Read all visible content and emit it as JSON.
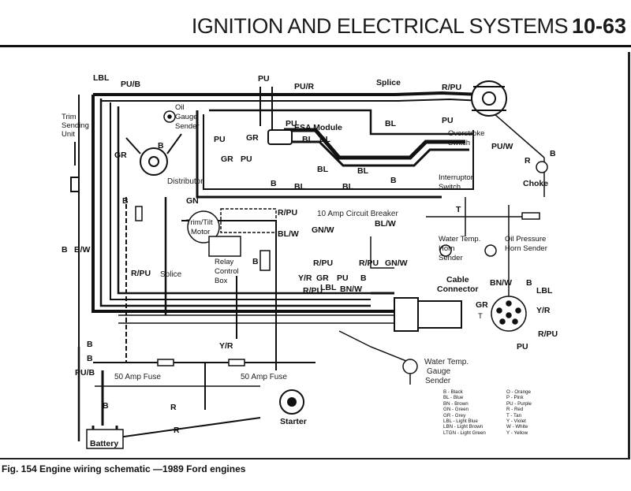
{
  "header": {
    "title": "IGNITION AND ELECTRICAL SYSTEMS",
    "page": "10-63"
  },
  "caption": "Fig. 154 Engine wiring schematic —1989 Ford engines",
  "labels": {
    "lbl_top": "LBL",
    "pub_top": "PU/B",
    "pu_top": "PU",
    "pur_top": "PU/R",
    "splice_top": "Splice",
    "rpu_top": "R/PU",
    "pu_right": "PU",
    "oil_gauge": "Oil",
    "oil_gauge2": "Gauge",
    "oil_gauge3": "Sender",
    "trim1": "Trim",
    "trim2": "Sending",
    "trim3": "Unit",
    "esa": "ESA Module",
    "pu_esa": "PU",
    "gr_esa": "GR",
    "bl1": "BL",
    "bl2": "BL",
    "pu_a": "PU",
    "gr_b": "GR",
    "pu_a2": "PU",
    "overstroke1": "Overstroke",
    "overstroke2": "Switch",
    "interruptor1": "Interruptor",
    "interruptor2": "Switch",
    "puw": "PU/W",
    "b_choke": "B",
    "choke": "Choke",
    "r_choke": "R",
    "b_dist": "B",
    "gr_dist": "GR",
    "distributor": "Distributor",
    "b_esa": "B",
    "bl_c": "BL",
    "bl_c2": "BL",
    "bl_a": "BL",
    "bl_c3": "BL",
    "b_low": "B",
    "b_low2": "B",
    "gn": "GN",
    "trim_tilt1": "Trim/Tilt",
    "trim_tilt2": "Motor",
    "rpu_relay": "R/PU",
    "ten_amp": "10 Amp Circuit Breaker",
    "blw": "BL/W",
    "gnw": "GN/W",
    "blw2": "BL/W",
    "relay1": "Relay",
    "relay2": "Control",
    "relay3": "Box",
    "b_relay": "B",
    "rpu_cb": "R/PU",
    "rpu_cb2": "R/PU",
    "gnw2": "GN/W",
    "t_top": "T",
    "water_temp1": "Water Temp.",
    "water_temp2": "Horn",
    "water_temp3": "Sender",
    "oil_press1": "Oil Pressure",
    "oil_press2": "Horn Sender",
    "b_left": "B",
    "bmw": "B/W",
    "rpu_splice": "R/PU",
    "splice2": "Splice",
    "yr1": "Y/R",
    "gr_h": "GR",
    "pu_h": "PU",
    "b_h": "B",
    "rpu_h": "R/PU",
    "lbl_h": "LBL",
    "bnw_h": "BN/W",
    "cable1": "Cable",
    "cable2": "Connector",
    "bnw_c": "BN/W",
    "b_c": "B",
    "lbl_c": "LBL",
    "gr_c": "GR",
    "yr_c": "Y/R",
    "t_c": "T",
    "rpu_c": "R/PU",
    "pu_c": "PU",
    "b_l1": "B",
    "b_l2": "B",
    "pub_l": "PU/B",
    "yr_l": "Y/R",
    "fuse1": "50 Amp Fuse",
    "fuse2": "50 Amp Fuse",
    "wtg1": "Water Temp.",
    "wtg2": "Gauge",
    "wtg3": "Sender",
    "b_bat": "B",
    "r_bat": "R",
    "battery": "Battery",
    "r_mid": "R",
    "starter": "Starter"
  },
  "legend": {
    "left": [
      "B - Black",
      "BL - Blue",
      "BN - Brown",
      "GN - Green",
      "GR - Grey",
      "LBL - Light Blue",
      "LBN - Light Brown",
      "LTGN - Light Green"
    ],
    "right": [
      "O - Orange",
      "P - Pink",
      "PU - Purple",
      "R - Red",
      "T - Tan",
      "Y - Violet",
      "W - White",
      "Y - Yellow"
    ]
  }
}
